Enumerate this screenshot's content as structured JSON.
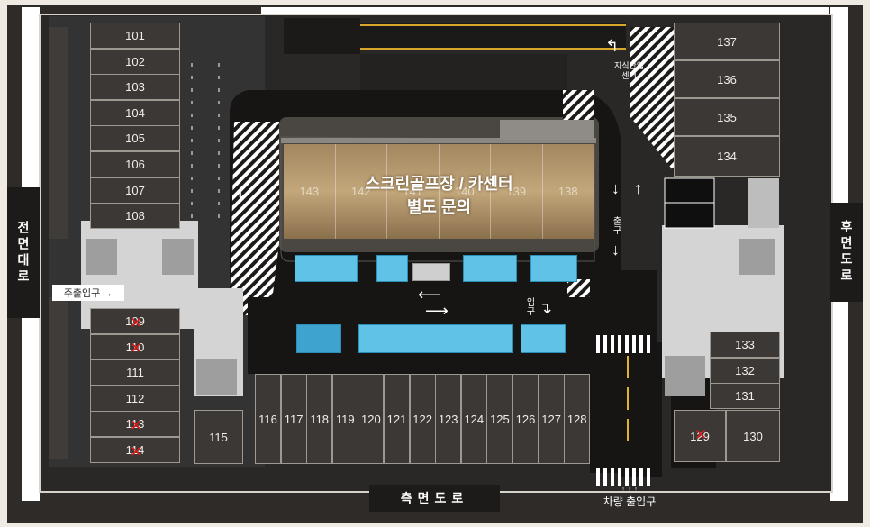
{
  "roads": {
    "left": "전면대로",
    "right": "후면도로",
    "bottom": "측면도로"
  },
  "labels": {
    "main_entrance": "주출입구 →",
    "vehicle_entrance": "차량 출입구",
    "knowledge_center": "지식산업\n센터",
    "special_line1": "스크린골프장 / 카센터",
    "special_line2": "별도 문의",
    "exit_sign": "출구",
    "inbound_sign": "입구",
    "entry_arrows": "↑ ↑ ↑"
  },
  "left_units": [
    "101",
    "102",
    "103",
    "104",
    "105",
    "106",
    "107",
    "108"
  ],
  "left_lower_units": [
    {
      "num": "109",
      "crossed": true
    },
    {
      "num": "110",
      "crossed": true
    },
    {
      "num": "111",
      "crossed": false
    },
    {
      "num": "112",
      "crossed": false
    },
    {
      "num": "113",
      "crossed": true
    },
    {
      "num": "114",
      "crossed": true
    }
  ],
  "unit_115": "115",
  "bottom_units": [
    "116",
    "117",
    "118",
    "119",
    "120",
    "121",
    "122",
    "123",
    "124",
    "125",
    "126",
    "127",
    "128"
  ],
  "center_units": [
    "143",
    "142",
    "141",
    "140",
    "139",
    "138"
  ],
  "right_upper_units": [
    "137",
    "136",
    "135",
    "134"
  ],
  "right_lower_units": [
    "133",
    "132",
    "131"
  ],
  "unit_129": {
    "num": "129",
    "crossed": true
  },
  "unit_130": "130",
  "colors": {
    "road": "#1d1b19",
    "unit": "#3b3835",
    "parking": "#5fc2e6",
    "cross": "#d91a1a",
    "accent_gold": "#c9a86a"
  }
}
